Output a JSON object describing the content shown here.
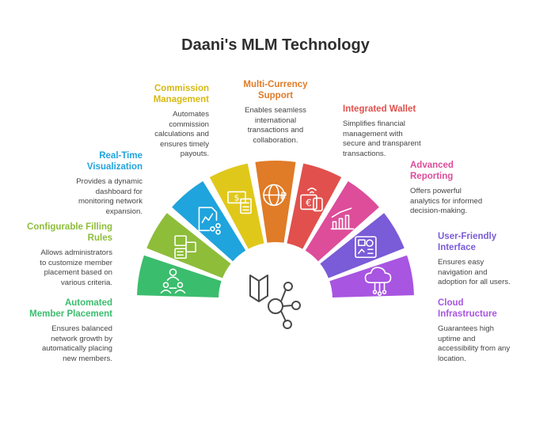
{
  "title": "Daani's MLM Technology",
  "colors": {
    "automated": "#3bbd6e",
    "filling": "#8ebd3a",
    "visualization": "#1fa4dd",
    "commission": "#e0c81b",
    "currency": "#e07b27",
    "wallet": "#e1504c",
    "reporting": "#dd4d9a",
    "interface": "#7a5bd8",
    "cloud": "#a855e1"
  },
  "items": [
    {
      "key": "automated",
      "title_lines": [
        "Automated",
        "Member Placement"
      ],
      "desc_lines": [
        "Ensures balanced",
        "network growth by",
        "automatically placing",
        "new members."
      ],
      "icon": "people-network-icon"
    },
    {
      "key": "filling",
      "title_lines": [
        "Configurable Filling",
        "Rules"
      ],
      "desc_lines": [
        "Allows administrators",
        "to customize member",
        "placement based on",
        "various criteria."
      ],
      "icon": "puzzle-document-icon"
    },
    {
      "key": "visualization",
      "title_lines": [
        "Real-Time",
        "Visualization"
      ],
      "desc_lines": [
        "Provides a dynamic",
        "dashboard for",
        "monitoring network",
        "expansion."
      ],
      "icon": "chart-share-icon"
    },
    {
      "key": "commission",
      "title_lines": [
        "Commission",
        "Management"
      ],
      "desc_lines": [
        "Automates",
        "commission",
        "calculations and",
        "ensures timely",
        "payouts."
      ],
      "icon": "money-calculator-icon"
    },
    {
      "key": "currency",
      "title_lines": [
        "Multi-Currency",
        "Support"
      ],
      "desc_lines": [
        "Enables seamless",
        "international",
        "transactions and",
        "collaboration."
      ],
      "icon": "globe-currency-icon"
    },
    {
      "key": "wallet",
      "title_lines": [
        "Integrated Wallet"
      ],
      "desc_lines": [
        "Simplifies financial",
        "management with",
        "secure and transparent",
        "transactions."
      ],
      "icon": "wallet-card-icon"
    },
    {
      "key": "reporting",
      "title_lines": [
        "Advanced",
        "Reporting"
      ],
      "desc_lines": [
        "Offers powerful",
        "analytics for informed",
        "decision-making."
      ],
      "icon": "bar-chart-growth-icon"
    },
    {
      "key": "interface",
      "title_lines": [
        "User-Friendly",
        "Interface"
      ],
      "desc_lines": [
        "Ensures easy",
        "navigation and",
        "adoption for all users."
      ],
      "icon": "dashboard-icon"
    },
    {
      "key": "cloud",
      "title_lines": [
        "Cloud",
        "Infrastructure"
      ],
      "desc_lines": [
        "Guarantees high",
        "uptime and",
        "accessibility from any",
        "location."
      ],
      "icon": "cloud-network-icon"
    }
  ]
}
